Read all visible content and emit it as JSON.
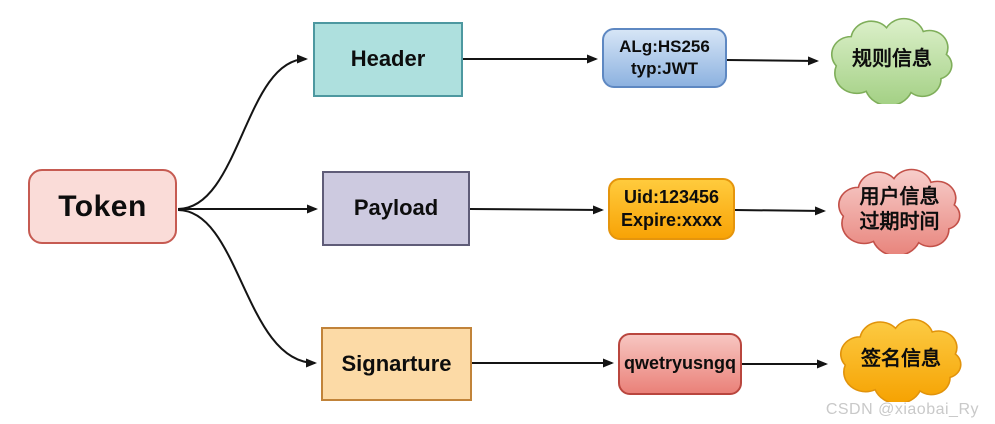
{
  "diagram": {
    "title_hint": "JWT Token structure flow diagram",
    "root": {
      "label": "Token"
    },
    "rows": [
      {
        "stage": {
          "label": "Header"
        },
        "value": {
          "line1": "ALg:HS256",
          "line2": "typ:JWT"
        },
        "cloud": {
          "line1": "规则信息",
          "line2": ""
        }
      },
      {
        "stage": {
          "label": "Payload"
        },
        "value": {
          "line1": "Uid:123456",
          "line2": "Expire:xxxx"
        },
        "cloud": {
          "line1": "用户信息",
          "line2": "过期时间"
        }
      },
      {
        "stage": {
          "label": "Signarture"
        },
        "value": {
          "line1": "qwetryusngq",
          "line2": ""
        },
        "cloud": {
          "line1": "签名信息",
          "line2": ""
        }
      }
    ]
  },
  "watermark": "CSDN @xiaobai_Ry",
  "colors": {
    "token_fill": "#fadcd8",
    "token_border": "#c65b52",
    "header_fill": "#aee0de",
    "header_border": "#4d98a0",
    "payload_fill": "#cdcae0",
    "payload_border": "#5f5c78",
    "signature_fill": "#fcdaa6",
    "signature_border": "#c18339",
    "header_value_fill_top": "#d6e5f6",
    "header_value_fill_bottom": "#8db2e0",
    "header_value_border": "#5e88c2",
    "payload_value_fill_top": "#ffcb3d",
    "payload_value_fill_bottom": "#f8a306",
    "payload_value_border": "#e5950c",
    "signature_value_fill_top": "#f7c6c1",
    "signature_value_fill_bottom": "#ea8179",
    "signature_value_border": "#b9463e",
    "header_cloud_fill_top": "#dcf0ca",
    "header_cloud_fill_bottom": "#a3d084",
    "header_cloud_border": "#7fae5a",
    "payload_cloud_fill_top": "#f7cecb",
    "payload_cloud_fill_bottom": "#e8847c",
    "payload_cloud_border": "#c35149",
    "signature_cloud_fill_top": "#fccb44",
    "signature_cloud_fill_bottom": "#f6a201",
    "signature_cloud_border": "#e1930b",
    "arrow": "#141414"
  }
}
